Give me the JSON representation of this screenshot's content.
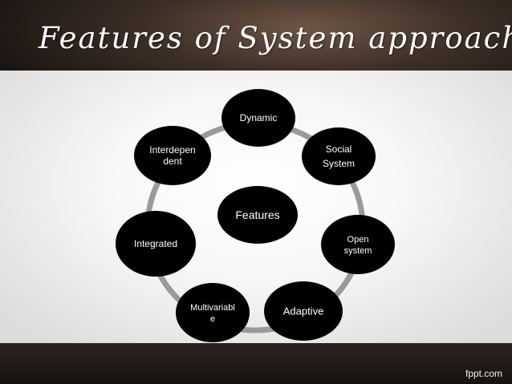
{
  "slide": {
    "title": "Features of System approach",
    "brand": "fppt.com"
  },
  "diagram": {
    "center": "Features",
    "nodes": [
      {
        "id": "dynamic",
        "lines": [
          "Dynamic"
        ]
      },
      {
        "id": "social-system",
        "lines": [
          "Social",
          "System"
        ]
      },
      {
        "id": "open-system",
        "lines": [
          "Open",
          "system"
        ]
      },
      {
        "id": "adaptive",
        "lines": [
          "Adaptive"
        ]
      },
      {
        "id": "multivariable",
        "lines": [
          "Multivariabl",
          "e"
        ]
      },
      {
        "id": "integrated",
        "lines": [
          "Integrated"
        ]
      },
      {
        "id": "interdependent",
        "lines": [
          "Interdepen",
          "dent"
        ]
      }
    ]
  }
}
